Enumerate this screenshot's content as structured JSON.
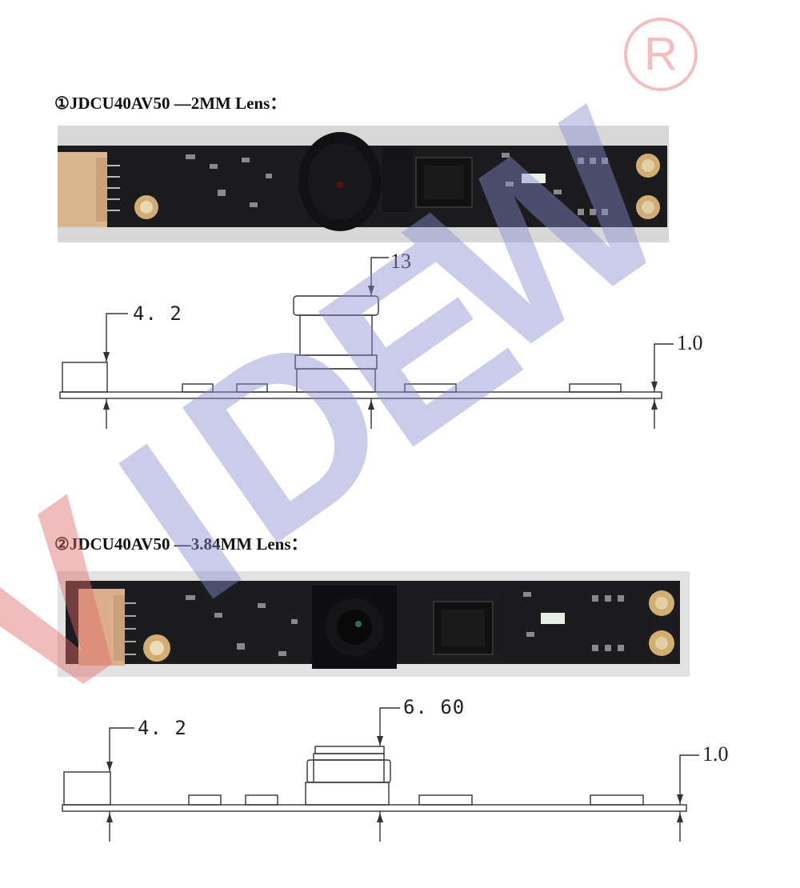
{
  "sections": [
    {
      "heading": "①JDCU40AV50 —2MM  Lens：",
      "dims": {
        "connector": "4. 2",
        "lens": "13",
        "board": "1.0"
      }
    },
    {
      "heading": "②JDCU40AV50 —3.84MM Lens：",
      "dims": {
        "connector": "4. 2",
        "lens": "6. 60",
        "board": "1.0"
      }
    }
  ],
  "watermark": {
    "letters": [
      "V",
      "I",
      "D",
      "E",
      "W"
    ],
    "reg_symbol": "R"
  },
  "colors": {
    "pcb": "#1c1c1e",
    "connector": "#d9b58c",
    "pad": "#d4b07a",
    "watermark_red": "#e06a6a",
    "watermark_blue": "#8a8ed0"
  }
}
